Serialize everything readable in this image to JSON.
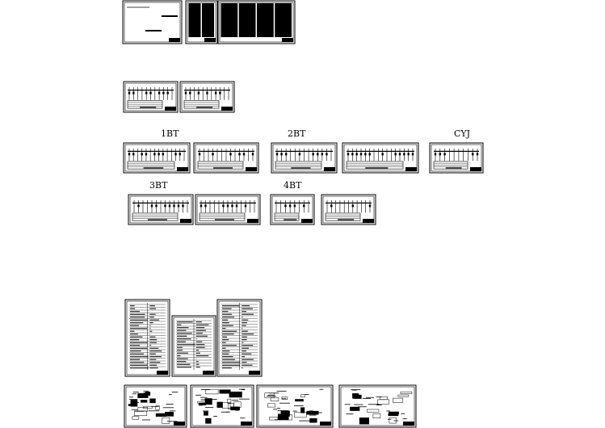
{
  "labels": {
    "bt1": "1BT",
    "bt2": "2BT",
    "cyj": "CYJ",
    "bt3": "3BT",
    "bt4": "4BT"
  },
  "colors": {
    "background": "#ffffff",
    "ink": "#000000"
  }
}
